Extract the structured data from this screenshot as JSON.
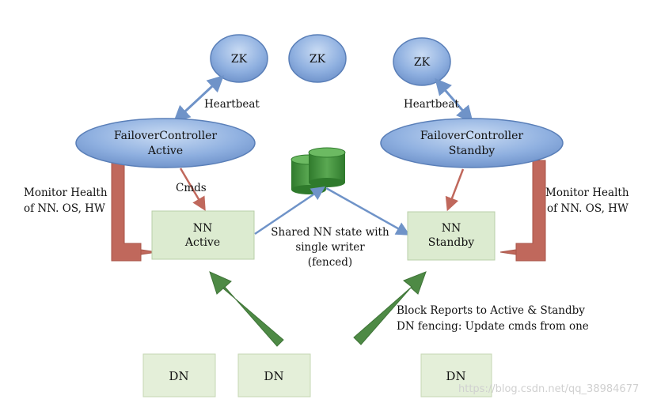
{
  "zk_nodes": [
    "ZK",
    "ZK",
    "ZK"
  ],
  "failover_controllers": {
    "active": {
      "line1": "FailoverController",
      "line2": "Active"
    },
    "standby": {
      "line1": "FailoverController",
      "line2": "Standby"
    }
  },
  "heartbeat_labels": {
    "left": "Heartbeat",
    "right": "Heartbeat"
  },
  "namenodes": {
    "active": {
      "line1": "NN",
      "line2": "Active"
    },
    "standby": {
      "line1": "NN",
      "line2": "Standby"
    }
  },
  "cmds_label": "Cmds",
  "monitor_health": {
    "left": {
      "line1": "Monitor Health",
      "line2": "of NN. OS, HW"
    },
    "right": {
      "line1": "Monitor Health",
      "line2": "of NN. OS, HW"
    }
  },
  "shared_state": {
    "line1": "Shared NN state with",
    "line2": "single writer",
    "line3": "(fenced)"
  },
  "block_reports": {
    "line1": "Block Reports to Active & Standby",
    "line2": "DN fencing: Update cmds from one"
  },
  "datanodes": [
    "DN",
    "DN",
    "DN"
  ],
  "watermark": "https://blog.csdn.net/qq_38984677",
  "colors": {
    "ellipse_fill": "#7d9fd4",
    "ellipse_stroke": "#5a7fb8",
    "nn_box_fill": "#dcebd0",
    "nn_box_stroke": "#b9cfa8",
    "dn_box_fill": "#e4efd9",
    "blue_arrow": "#6f93c8",
    "red_arrow": "#c0685c",
    "green_arrow": "#4e8a45",
    "storage_green": "#3e8a38"
  }
}
